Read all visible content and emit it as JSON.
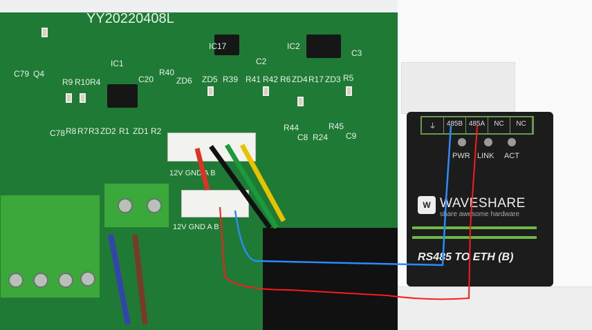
{
  "pcb": {
    "board_id": "YY20220408L",
    "labels": [
      "IC17",
      "IC2",
      "IC1",
      "C3",
      "C2",
      "R40",
      "ZD6",
      "ZD5",
      "R39",
      "R41",
      "R42",
      "R6",
      "ZD4",
      "R17",
      "ZD3",
      "R5",
      "R9",
      "R10",
      "R4",
      "C20",
      "C79",
      "Q4",
      "C78",
      "R8",
      "R7",
      "R3",
      "ZD2",
      "R1",
      "ZD1",
      "R2",
      "R44",
      "R45",
      "C8",
      "R24",
      "C9"
    ],
    "connector_labels": [
      "12V GND A B",
      "12V GND A B"
    ]
  },
  "device": {
    "terminals": [
      "⏚",
      "485B",
      "485A",
      "NC",
      "NC"
    ],
    "leds": [
      "PWR",
      "LINK",
      "ACT"
    ],
    "logo_text": "W",
    "brand": "WAVESHARE",
    "tagline": "share awesome hardware",
    "model": "RS485 TO ETH (B)"
  },
  "colors": {
    "pcb": "#1f7a36",
    "wire_blue": "#2a8cff",
    "wire_red": "#ff1a1a"
  }
}
